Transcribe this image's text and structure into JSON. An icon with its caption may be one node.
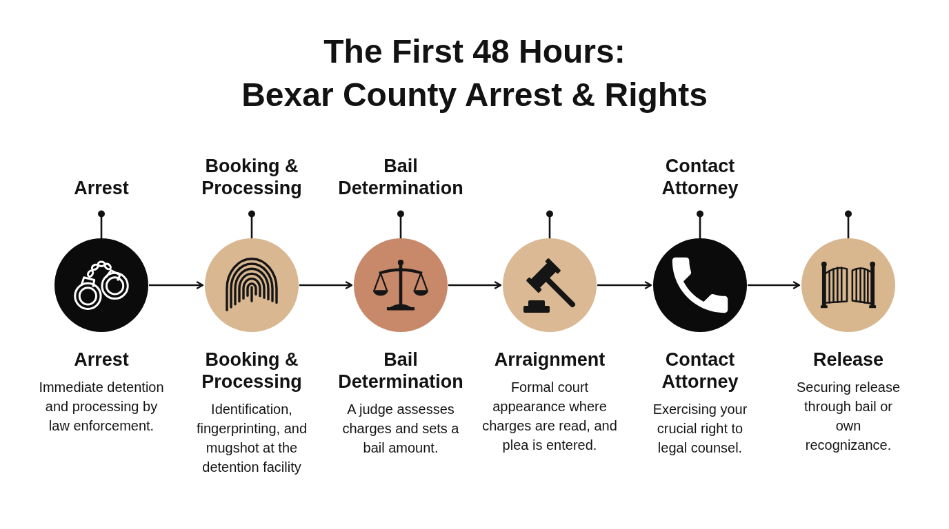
{
  "diagram": {
    "title": "The First 48 Hours: Bexar County Arrest & Rights",
    "nodes": [
      {
        "text": [
          "Arrest",
          "Immediate detention and processing by law enforcement."
        ],
        "beside": [
          "Arrest"
        ]
      },
      {
        "text": [
          "Booking & Processing",
          "Identification, fingerprinting, and mugshot at the detention facility"
        ],
        "beside": [
          "Booking & Processing"
        ]
      },
      {
        "text": [
          "Bail Determination",
          "A judge assesses charges and sets a bail amount."
        ],
        "beside": [
          "Bail Determination"
        ]
      },
      {
        "text": [
          "Arraignment",
          "Formal court appearance where charges are read, and plea is entered."
        ]
      },
      {
        "text": [
          "Contact Attorney",
          "Exercising your crucial right to legal counsel."
        ],
        "beside": [
          "Contact Attorney"
        ]
      },
      {
        "text": [
          "Release",
          "Securing release through bail or own recognizance."
        ]
      }
    ],
    "edges": [
      {
        "from": 0,
        "to": 1,
        "arrow": "to"
      },
      {
        "from": 1,
        "to": 2,
        "arrow": "to"
      },
      {
        "from": 2,
        "to": 3,
        "arrow": "to"
      },
      {
        "from": 3,
        "to": 4,
        "arrow": "to"
      },
      {
        "from": 4,
        "to": 5,
        "arrow": "to"
      }
    ]
  }
}
